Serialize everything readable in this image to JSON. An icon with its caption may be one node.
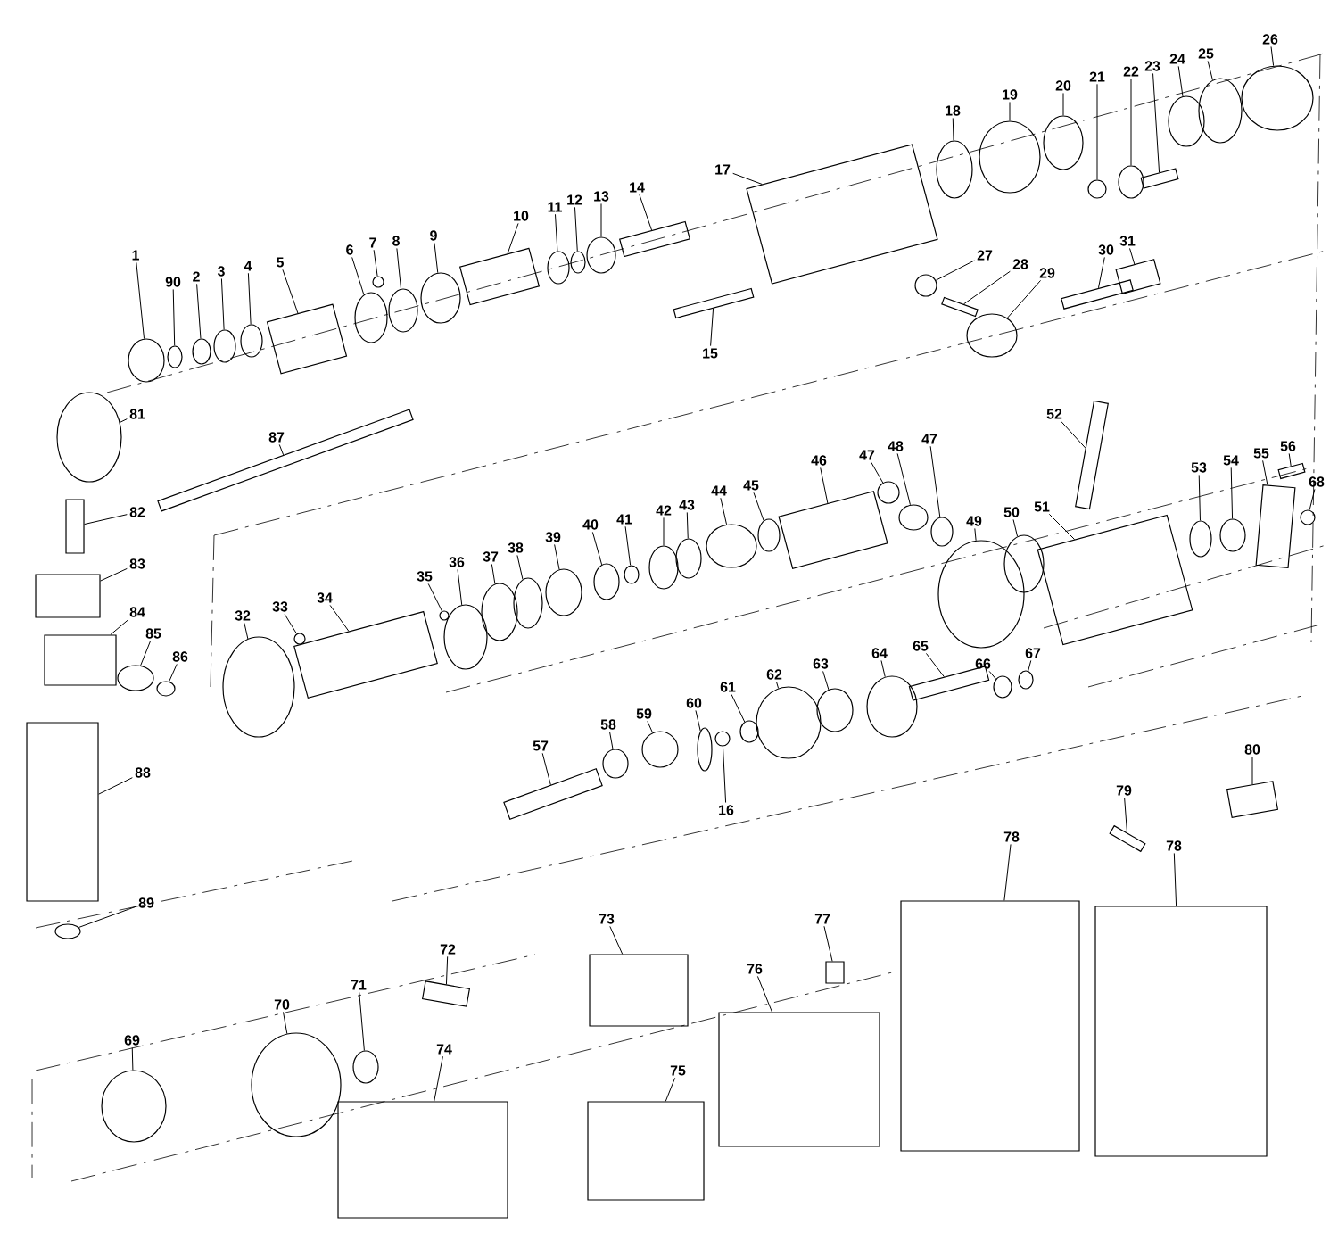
{
  "diagram": {
    "nodes": [
      {
        "text": [
          "1"
        ]
      },
      {
        "text": [
          "90"
        ]
      },
      {
        "text": [
          "2"
        ]
      },
      {
        "text": [
          "3"
        ]
      },
      {
        "text": [
          "4"
        ]
      },
      {
        "text": [
          "5"
        ]
      },
      {
        "text": [
          "6"
        ]
      },
      {
        "text": [
          "7"
        ]
      },
      {
        "text": [
          "8"
        ]
      },
      {
        "text": [
          "9"
        ]
      },
      {
        "text": [
          "10"
        ]
      },
      {
        "text": [
          "11"
        ]
      },
      {
        "text": [
          "12"
        ]
      },
      {
        "text": [
          "13"
        ]
      },
      {
        "text": [
          "14"
        ]
      },
      {
        "text": [
          "15"
        ]
      },
      {
        "text": [
          "17"
        ]
      },
      {
        "text": [
          "18"
        ]
      },
      {
        "text": [
          "19"
        ]
      },
      {
        "text": [
          "20"
        ]
      },
      {
        "text": [
          "21"
        ]
      },
      {
        "text": [
          "22"
        ]
      },
      {
        "text": [
          "23"
        ]
      },
      {
        "text": [
          "24"
        ]
      },
      {
        "text": [
          "25"
        ]
      },
      {
        "text": [
          "26"
        ]
      },
      {
        "text": [
          "27"
        ]
      },
      {
        "text": [
          "28"
        ]
      },
      {
        "text": [
          "29"
        ]
      },
      {
        "text": [
          "30"
        ]
      },
      {
        "text": [
          "31"
        ]
      },
      {
        "text": [
          "81"
        ]
      },
      {
        "text": [
          "87"
        ]
      },
      {
        "text": [
          "82"
        ]
      },
      {
        "text": [
          "83"
        ]
      },
      {
        "text": [
          "84"
        ]
      },
      {
        "text": [
          "85"
        ]
      },
      {
        "text": [
          "86"
        ]
      },
      {
        "text": [
          "88"
        ]
      },
      {
        "text": [
          "89"
        ]
      },
      {
        "text": [
          "32"
        ]
      },
      {
        "text": [
          "33"
        ]
      },
      {
        "text": [
          "34"
        ]
      },
      {
        "text": [
          "35"
        ]
      },
      {
        "text": [
          "36"
        ]
      },
      {
        "text": [
          "37"
        ]
      },
      {
        "text": [
          "38"
        ]
      },
      {
        "text": [
          "39"
        ]
      },
      {
        "text": [
          "40"
        ]
      },
      {
        "text": [
          "41"
        ]
      },
      {
        "text": [
          "42"
        ]
      },
      {
        "text": [
          "43"
        ]
      },
      {
        "text": [
          "44"
        ]
      },
      {
        "text": [
          "45"
        ]
      },
      {
        "text": [
          "46"
        ]
      },
      {
        "text": [
          "47"
        ]
      },
      {
        "text": [
          "48"
        ]
      },
      {
        "text": [
          "47"
        ]
      },
      {
        "text": [
          "49"
        ]
      },
      {
        "text": [
          "50"
        ]
      },
      {
        "text": [
          "51"
        ]
      },
      {
        "text": [
          "52"
        ]
      },
      {
        "text": [
          "53"
        ]
      },
      {
        "text": [
          "54"
        ]
      },
      {
        "text": [
          "55"
        ]
      },
      {
        "text": [
          "56"
        ]
      },
      {
        "text": [
          "68"
        ]
      },
      {
        "text": [
          "57"
        ]
      },
      {
        "text": [
          "58"
        ]
      },
      {
        "text": [
          "59"
        ]
      },
      {
        "text": [
          "60"
        ]
      },
      {
        "text": [
          "61"
        ]
      },
      {
        "text": [
          "62"
        ]
      },
      {
        "text": [
          "63"
        ]
      },
      {
        "text": [
          "64"
        ]
      },
      {
        "text": [
          "65"
        ]
      },
      {
        "text": [
          "66"
        ]
      },
      {
        "text": [
          "67"
        ]
      },
      {
        "text": [
          "16"
        ]
      },
      {
        "text": [
          "80"
        ]
      },
      {
        "text": [
          "79"
        ]
      },
      {
        "text": [
          "78"
        ]
      },
      {
        "text": [
          "78"
        ]
      },
      {
        "text": [
          "73"
        ]
      },
      {
        "text": [
          "72"
        ]
      },
      {
        "text": [
          "77"
        ]
      },
      {
        "text": [
          "76"
        ]
      },
      {
        "text": [
          "74"
        ]
      },
      {
        "text": [
          "75"
        ]
      },
      {
        "text": [
          "70"
        ]
      },
      {
        "text": [
          "71"
        ]
      },
      {
        "text": [
          "69"
        ]
      },
      {
        "text": [],
        "shape": "circle"
      },
      {
        "text": [],
        "shape": "circle"
      },
      {
        "text": [],
        "shape": "circle"
      },
      {
        "text": [],
        "shape": "circle"
      },
      {
        "text": [],
        "shape": "circle"
      },
      {
        "text": [],
        "shape": "box"
      },
      {
        "text": [],
        "shape": "circle"
      },
      {
        "text": [],
        "shape": "circle"
      },
      {
        "text": [],
        "shape": "circle"
      },
      {
        "text": [],
        "shape": "circle"
      },
      {
        "text": [],
        "shape": "box"
      },
      {
        "text": [],
        "shape": "circle"
      },
      {
        "text": [],
        "shape": "circle"
      },
      {
        "text": [],
        "shape": "circle"
      },
      {
        "text": [],
        "shape": "box"
      },
      {
        "text": [],
        "shape": "box"
      },
      {
        "text": [],
        "shape": "box"
      },
      {
        "text": [],
        "shape": "circle"
      },
      {
        "text": [],
        "shape": "circle"
      },
      {
        "text": [],
        "shape": "circle"
      },
      {
        "text": [],
        "shape": "circle"
      },
      {
        "text": [],
        "shape": "circle"
      },
      {
        "text": [],
        "shape": "box"
      },
      {
        "text": [],
        "shape": "circle"
      },
      {
        "text": [],
        "shape": "circle"
      },
      {
        "text": [],
        "shape": "circle"
      },
      {
        "text": [],
        "shape": "circle"
      },
      {
        "text": [],
        "shape": "box"
      },
      {
        "text": [],
        "shape": "circle"
      },
      {
        "text": [],
        "shape": "box"
      },
      {
        "text": [],
        "shape": "box"
      },
      {
        "text": [],
        "shape": "circle"
      },
      {
        "text": [],
        "shape": "box"
      },
      {
        "text": [],
        "shape": "box"
      },
      {
        "text": [],
        "shape": "box"
      },
      {
        "text": [],
        "shape": "box"
      },
      {
        "text": [],
        "shape": "circle"
      },
      {
        "text": [],
        "shape": "circle"
      },
      {
        "text": [],
        "shape": "box"
      },
      {
        "text": [],
        "shape": "circle"
      },
      {
        "text": [],
        "shape": "circle"
      },
      {
        "text": [],
        "shape": "circle"
      },
      {
        "text": [],
        "shape": "box"
      },
      {
        "text": [],
        "shape": "circle"
      },
      {
        "text": [],
        "shape": "circle"
      },
      {
        "text": [],
        "shape": "circle"
      },
      {
        "text": [],
        "shape": "circle"
      },
      {
        "text": [],
        "shape": "circle"
      },
      {
        "text": [],
        "shape": "circle"
      },
      {
        "text": [],
        "shape": "circle"
      },
      {
        "text": [],
        "shape": "circle"
      },
      {
        "text": [],
        "shape": "circle"
      },
      {
        "text": [],
        "shape": "circle"
      },
      {
        "text": [],
        "shape": "circle"
      },
      {
        "text": [],
        "shape": "box"
      },
      {
        "text": [],
        "shape": "circle"
      },
      {
        "text": [],
        "shape": "circle"
      },
      {
        "text": [],
        "shape": "circle"
      },
      {
        "text": [],
        "shape": "circle"
      },
      {
        "text": [],
        "shape": "circle"
      },
      {
        "text": [],
        "shape": "box"
      },
      {
        "text": [],
        "shape": "box"
      },
      {
        "text": [],
        "shape": "circle"
      },
      {
        "text": [],
        "shape": "circle"
      },
      {
        "text": [],
        "shape": "box"
      },
      {
        "text": [],
        "shape": "box"
      },
      {
        "text": [],
        "shape": "circle"
      },
      {
        "text": [],
        "shape": "box"
      },
      {
        "text": [],
        "shape": "circle"
      },
      {
        "text": [],
        "shape": "circle"
      },
      {
        "text": [],
        "shape": "circle"
      },
      {
        "text": [],
        "shape": "circle"
      },
      {
        "text": [],
        "shape": "circle"
      },
      {
        "text": [],
        "shape": "circle"
      },
      {
        "text": [],
        "shape": "circle"
      },
      {
        "text": [],
        "shape": "box"
      },
      {
        "text": [],
        "shape": "circle"
      },
      {
        "text": [],
        "shape": "circle"
      },
      {
        "text": [],
        "shape": "circle"
      },
      {
        "text": [],
        "shape": "box"
      },
      {
        "text": [],
        "shape": "box"
      },
      {
        "text": [],
        "shape": "box"
      },
      {
        "text": [],
        "shape": "box"
      },
      {
        "text": [],
        "shape": "box"
      },
      {
        "text": [],
        "shape": "box"
      },
      {
        "text": [],
        "shape": "box"
      },
      {
        "text": [],
        "shape": "box"
      },
      {
        "text": [],
        "shape": "box"
      },
      {
        "text": [],
        "shape": "box"
      },
      {
        "text": [],
        "shape": "circle"
      },
      {
        "text": [],
        "shape": "circle"
      },
      {
        "text": [],
        "shape": "circle"
      }
    ],
    "edges": [
      {
        "from": 0,
        "to": 92,
        "arrow": "none"
      },
      {
        "from": 1,
        "to": 93,
        "arrow": "none"
      },
      {
        "from": 2,
        "to": 94,
        "arrow": "none"
      },
      {
        "from": 3,
        "to": 95,
        "arrow": "none"
      },
      {
        "from": 4,
        "to": 96,
        "arrow": "none"
      },
      {
        "from": 5,
        "to": 97,
        "arrow": "none"
      },
      {
        "from": 6,
        "to": 98,
        "arrow": "none"
      },
      {
        "from": 7,
        "to": 99,
        "arrow": "none"
      },
      {
        "from": 8,
        "to": 100,
        "arrow": "none"
      },
      {
        "from": 9,
        "to": 101,
        "arrow": "none"
      },
      {
        "from": 10,
        "to": 102,
        "arrow": "none"
      },
      {
        "from": 11,
        "to": 103,
        "arrow": "none"
      },
      {
        "from": 12,
        "to": 104,
        "arrow": "none"
      },
      {
        "from": 13,
        "to": 105,
        "arrow": "none"
      },
      {
        "from": 14,
        "to": 106,
        "arrow": "none"
      },
      {
        "from": 15,
        "to": 107,
        "arrow": "none"
      },
      {
        "from": 16,
        "to": 108,
        "arrow": "none"
      },
      {
        "from": 17,
        "to": 109,
        "arrow": "none"
      },
      {
        "from": 18,
        "to": 110,
        "arrow": "none"
      },
      {
        "from": 19,
        "to": 111,
        "arrow": "none"
      },
      {
        "from": 20,
        "to": 112,
        "arrow": "none"
      },
      {
        "from": 21,
        "to": 113,
        "arrow": "none"
      },
      {
        "from": 22,
        "to": 114,
        "arrow": "none"
      },
      {
        "from": 23,
        "to": 115,
        "arrow": "none"
      },
      {
        "from": 24,
        "to": 116,
        "arrow": "none"
      },
      {
        "from": 25,
        "to": 117,
        "arrow": "none"
      },
      {
        "from": 26,
        "to": 118,
        "arrow": "none"
      },
      {
        "from": 27,
        "to": 119,
        "arrow": "none"
      },
      {
        "from": 28,
        "to": 120,
        "arrow": "none"
      },
      {
        "from": 29,
        "to": 121,
        "arrow": "none"
      },
      {
        "from": 30,
        "to": 122,
        "arrow": "none"
      },
      {
        "from": 31,
        "to": 123,
        "arrow": "none"
      },
      {
        "from": 32,
        "to": 124,
        "arrow": "none"
      },
      {
        "from": 33,
        "to": 125,
        "arrow": "none"
      },
      {
        "from": 34,
        "to": 126,
        "arrow": "none"
      },
      {
        "from": 35,
        "to": 127,
        "arrow": "none"
      },
      {
        "from": 36,
        "to": 128,
        "arrow": "none"
      },
      {
        "from": 37,
        "to": 129,
        "arrow": "none"
      },
      {
        "from": 38,
        "to": 130,
        "arrow": "none"
      },
      {
        "from": 39,
        "to": 131,
        "arrow": "none"
      },
      {
        "from": 40,
        "to": 132,
        "arrow": "none"
      },
      {
        "from": 41,
        "to": 133,
        "arrow": "none"
      },
      {
        "from": 42,
        "to": 134,
        "arrow": "none"
      },
      {
        "from": 43,
        "to": 135,
        "arrow": "none"
      },
      {
        "from": 44,
        "to": 136,
        "arrow": "none"
      },
      {
        "from": 45,
        "to": 137,
        "arrow": "none"
      },
      {
        "from": 46,
        "to": 138,
        "arrow": "none"
      },
      {
        "from": 47,
        "to": 139,
        "arrow": "none"
      },
      {
        "from": 48,
        "to": 140,
        "arrow": "none"
      },
      {
        "from": 49,
        "to": 141,
        "arrow": "none"
      },
      {
        "from": 50,
        "to": 142,
        "arrow": "none"
      },
      {
        "from": 51,
        "to": 143,
        "arrow": "none"
      },
      {
        "from": 52,
        "to": 144,
        "arrow": "none"
      },
      {
        "from": 53,
        "to": 145,
        "arrow": "none"
      },
      {
        "from": 54,
        "to": 146,
        "arrow": "none"
      },
      {
        "from": 55,
        "to": 147,
        "arrow": "none"
      },
      {
        "from": 56,
        "to": 148,
        "arrow": "none"
      },
      {
        "from": 57,
        "to": 149,
        "arrow": "none"
      },
      {
        "from": 58,
        "to": 150,
        "arrow": "none"
      },
      {
        "from": 59,
        "to": 151,
        "arrow": "none"
      },
      {
        "from": 60,
        "to": 152,
        "arrow": "none"
      },
      {
        "from": 61,
        "to": 153,
        "arrow": "none"
      },
      {
        "from": 62,
        "to": 154,
        "arrow": "none"
      },
      {
        "from": 63,
        "to": 155,
        "arrow": "none"
      },
      {
        "from": 64,
        "to": 156,
        "arrow": "none"
      },
      {
        "from": 65,
        "to": 157,
        "arrow": "none"
      },
      {
        "from": 66,
        "to": 158,
        "arrow": "none"
      },
      {
        "from": 67,
        "to": 159,
        "arrow": "none"
      },
      {
        "from": 68,
        "to": 160,
        "arrow": "none"
      },
      {
        "from": 69,
        "to": 161,
        "arrow": "none"
      },
      {
        "from": 70,
        "to": 162,
        "arrow": "none"
      },
      {
        "from": 71,
        "to": 163,
        "arrow": "none"
      },
      {
        "from": 72,
        "to": 164,
        "arrow": "none"
      },
      {
        "from": 73,
        "to": 165,
        "arrow": "none"
      },
      {
        "from": 74,
        "to": 166,
        "arrow": "none"
      },
      {
        "from": 75,
        "to": 167,
        "arrow": "none"
      },
      {
        "from": 76,
        "to": 168,
        "arrow": "none"
      },
      {
        "from": 77,
        "to": 169,
        "arrow": "none"
      },
      {
        "from": 78,
        "to": 170,
        "arrow": "none"
      },
      {
        "from": 79,
        "to": 171,
        "arrow": "none"
      },
      {
        "from": 80,
        "to": 172,
        "arrow": "none"
      },
      {
        "from": 81,
        "to": 173,
        "arrow": "none"
      },
      {
        "from": 82,
        "to": 174,
        "arrow": "none"
      },
      {
        "from": 83,
        "to": 175,
        "arrow": "none"
      },
      {
        "from": 84,
        "to": 176,
        "arrow": "none"
      },
      {
        "from": 85,
        "to": 177,
        "arrow": "none"
      },
      {
        "from": 86,
        "to": 178,
        "arrow": "none"
      },
      {
        "from": 87,
        "to": 179,
        "arrow": "none"
      },
      {
        "from": 88,
        "to": 180,
        "arrow": "none"
      },
      {
        "from": 89,
        "to": 181,
        "arrow": "none"
      },
      {
        "from": 90,
        "to": 182,
        "arrow": "none"
      },
      {
        "from": 91,
        "to": 183,
        "arrow": "none"
      }
    ]
  }
}
